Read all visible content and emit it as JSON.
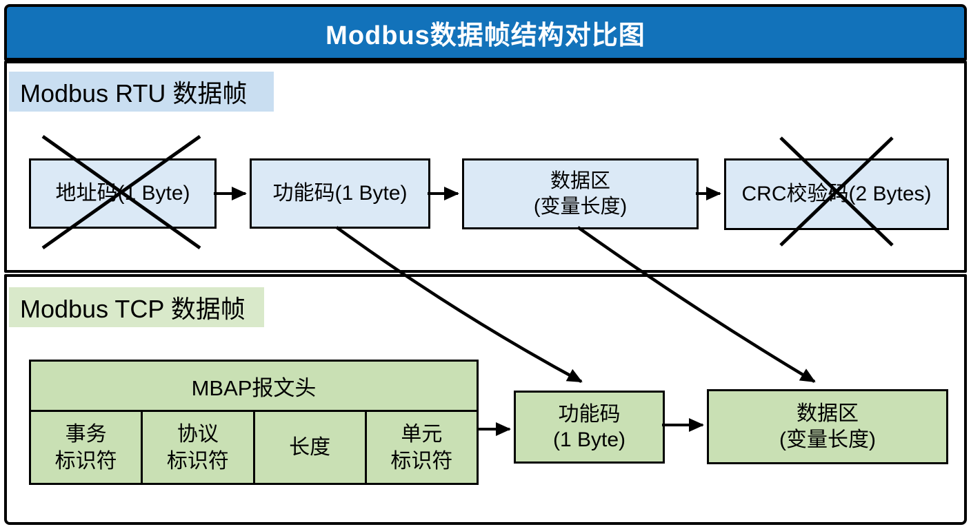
{
  "title": "Modbus数据帧结构对比图",
  "colors": {
    "title_bg": "#1272BA",
    "rtu_box_fill": "#DBE9F6",
    "rtu_label_bg": "#C9DEF1",
    "tcp_box_fill": "#C9E0B4",
    "tcp_label_bg": "#D9E9CA",
    "border": "#000000"
  },
  "rtu": {
    "label": "Modbus RTU 数据帧",
    "boxes": [
      {
        "line1": "地址码(1 Byte)",
        "line2": "",
        "crossed_out": true
      },
      {
        "line1": "功能码(1 Byte)",
        "line2": "",
        "crossed_out": false
      },
      {
        "line1": "数据区",
        "line2": "(变量长度)",
        "crossed_out": false
      },
      {
        "line1": "CRC校验码(2 Bytes)",
        "line2": "",
        "crossed_out": true
      }
    ]
  },
  "tcp": {
    "label": "Modbus TCP 数据帧",
    "mbap": {
      "header": "MBAP报文头",
      "cells": [
        {
          "line1": "事务",
          "line2": "标识符"
        },
        {
          "line1": "协议",
          "line2": "标识符"
        },
        {
          "line1": "长度",
          "line2": ""
        },
        {
          "line1": "单元",
          "line2": "标识符"
        }
      ]
    },
    "boxes": [
      {
        "line1": "功能码",
        "line2": "(1 Byte)"
      },
      {
        "line1": "数据区",
        "line2": "(变量长度)"
      }
    ]
  }
}
